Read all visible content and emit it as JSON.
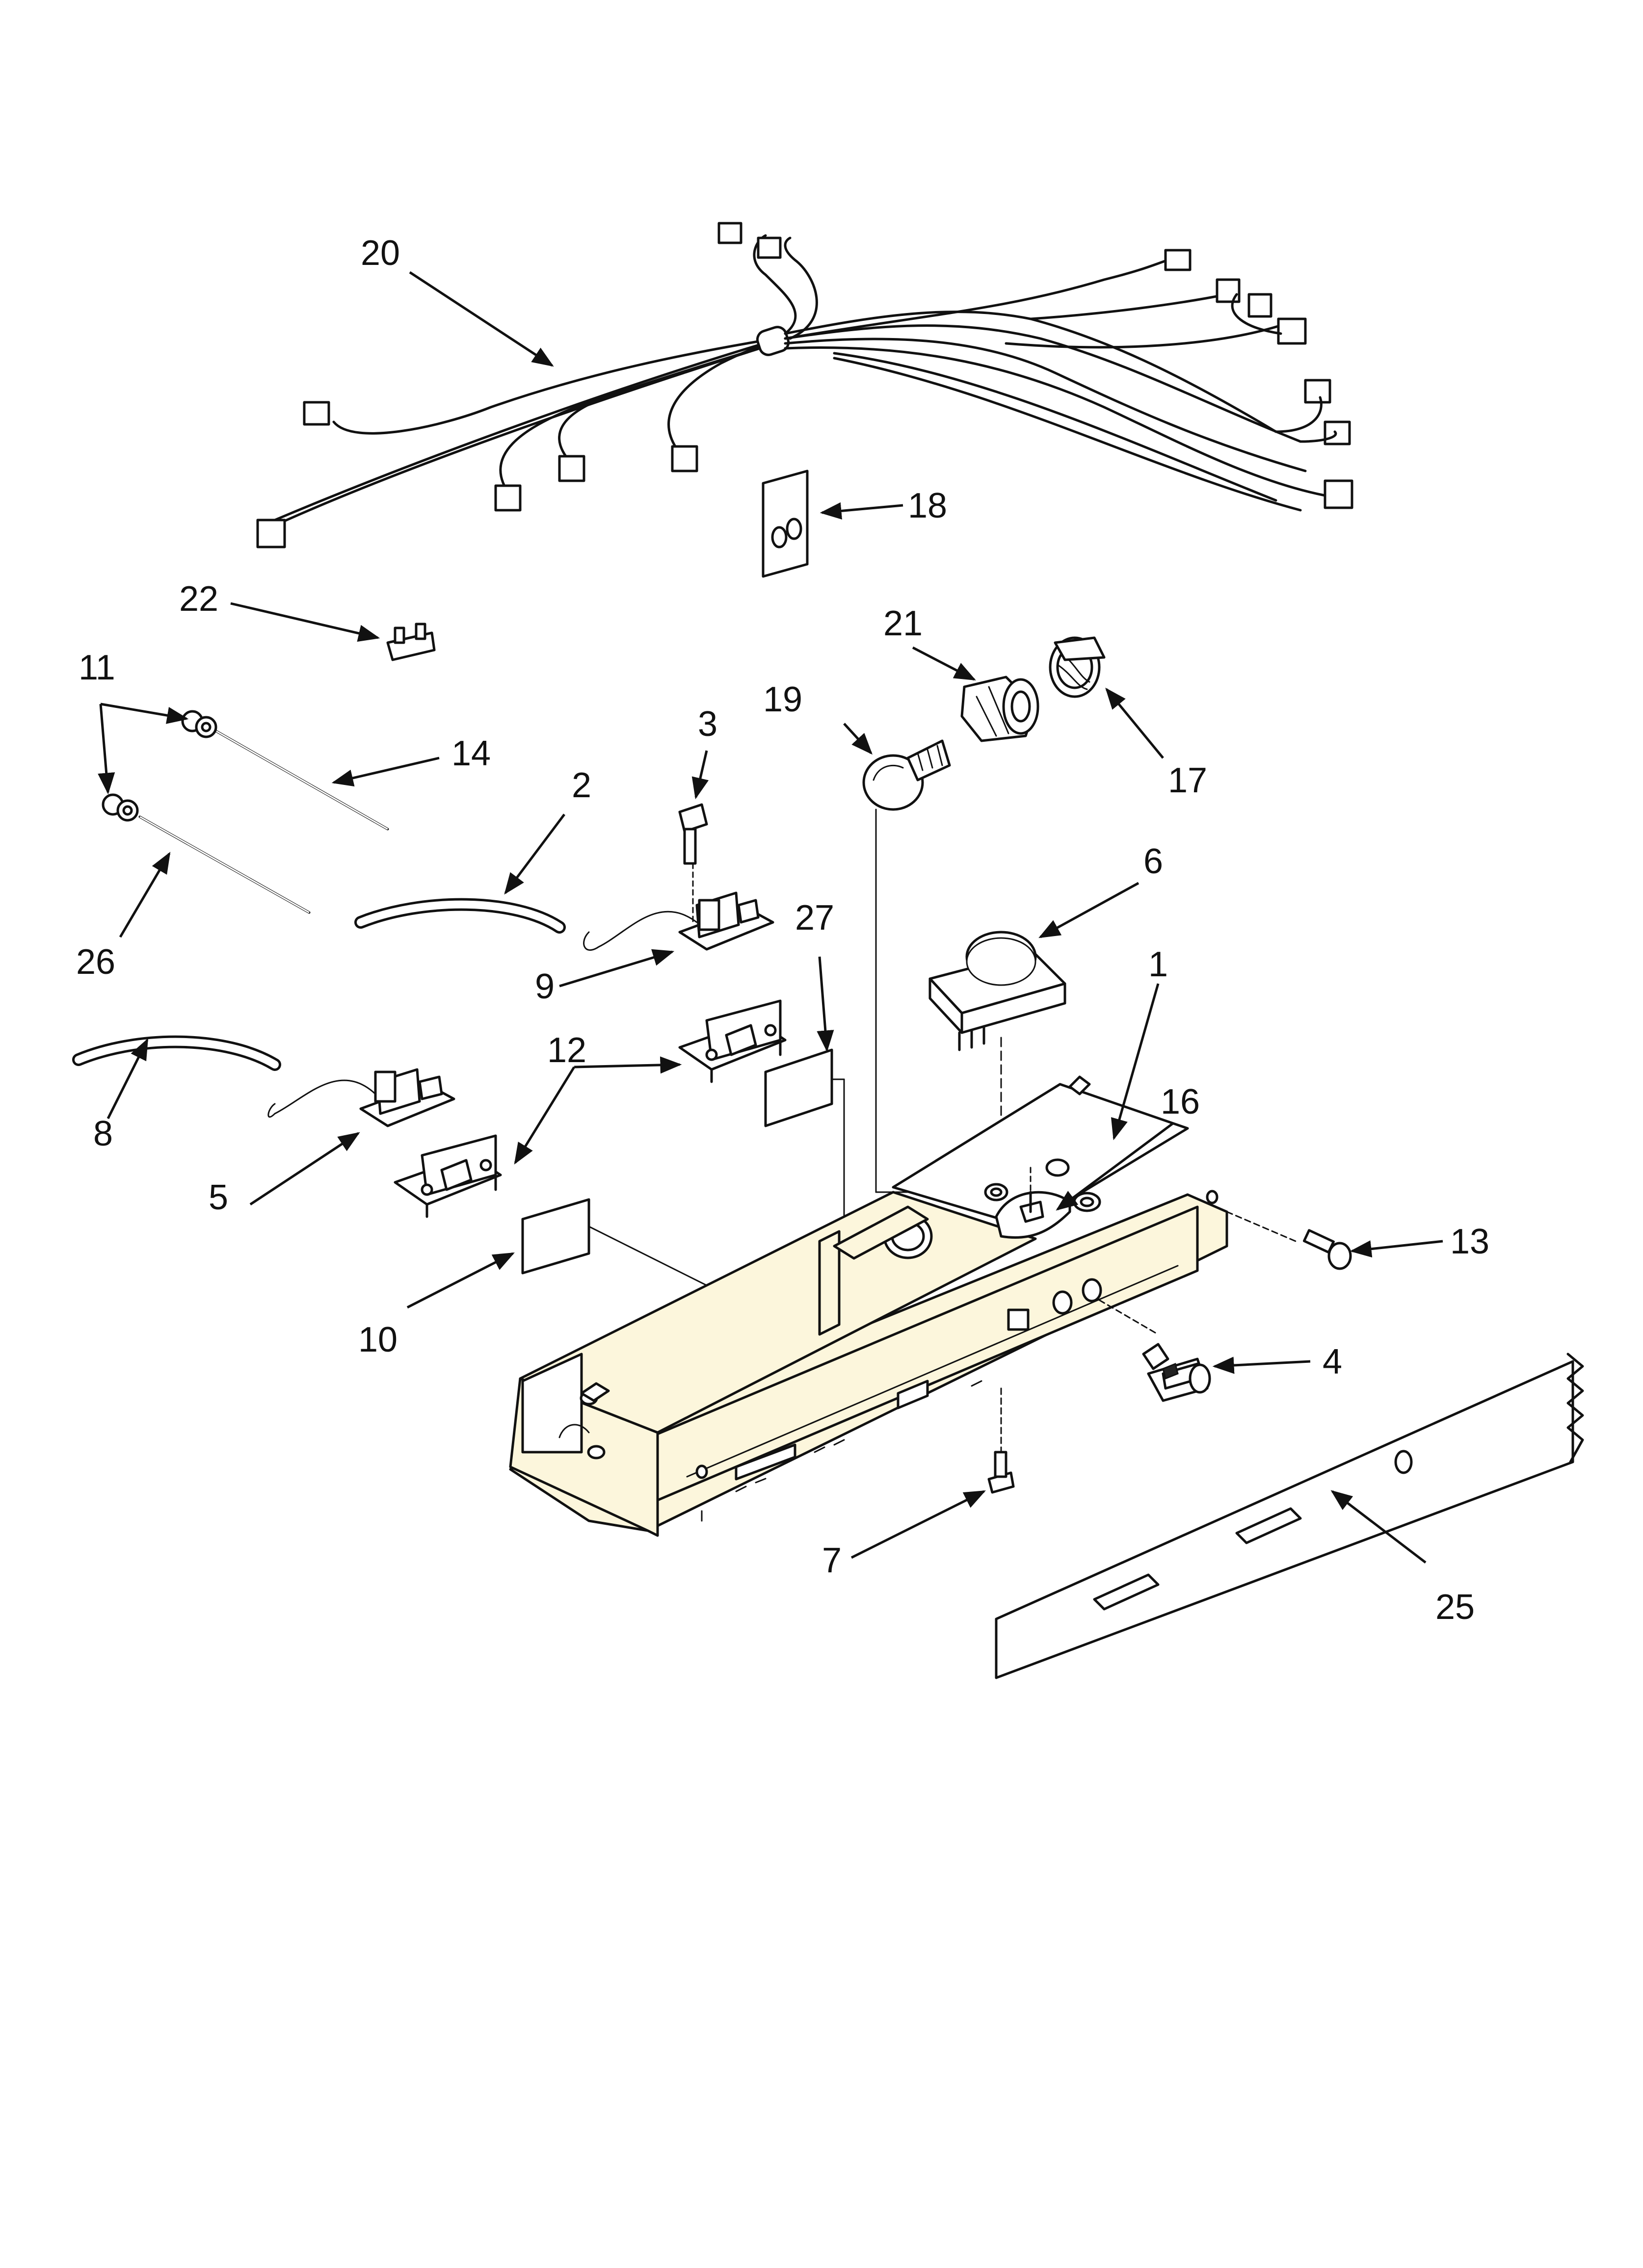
{
  "diagram": {
    "callouts": [
      "1",
      "2",
      "3",
      "4",
      "5",
      "6",
      "7",
      "8",
      "9",
      "10",
      "11",
      "12",
      "13",
      "14",
      "16",
      "17",
      "18",
      "19",
      "20",
      "21",
      "22",
      "25",
      "26",
      "27"
    ]
  }
}
